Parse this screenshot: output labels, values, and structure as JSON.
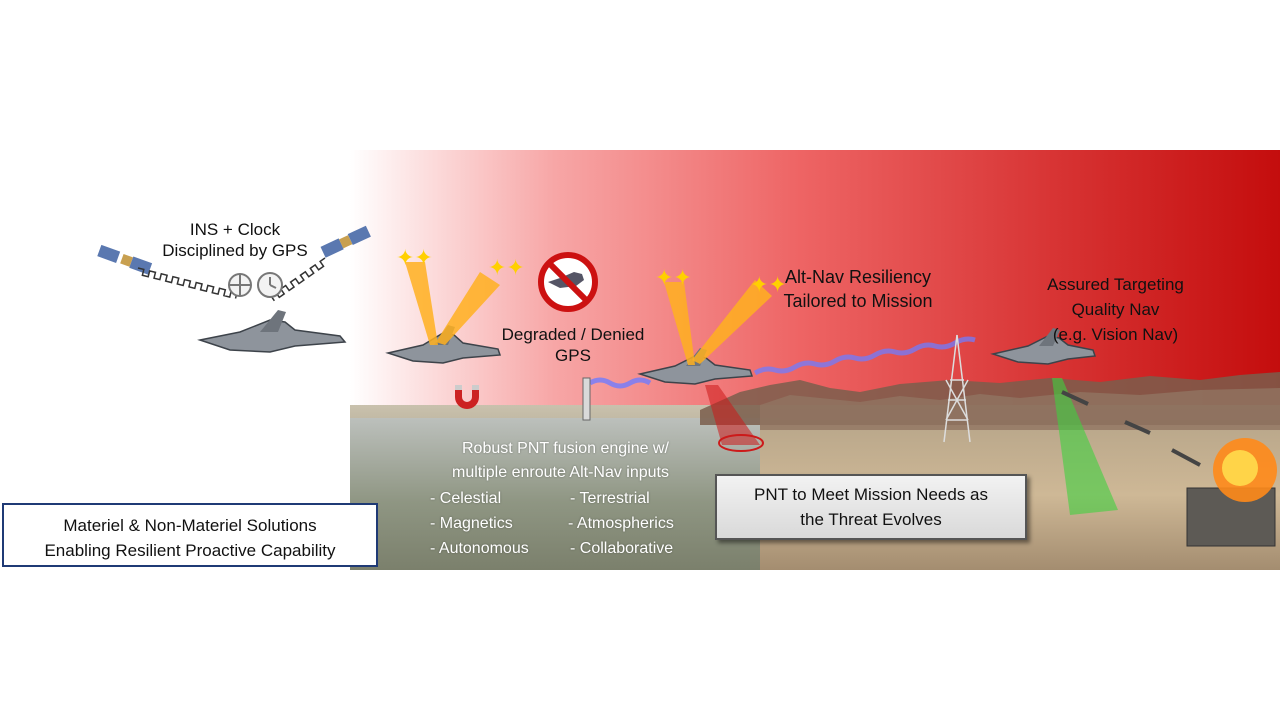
{
  "labels": {
    "ins_line1": "INS + Clock",
    "ins_line2": "Disciplined by GPS",
    "degraded_line1": "Degraded / Denied",
    "degraded_line2": "GPS",
    "altnav_line1": "Alt-Nav Resiliency",
    "altnav_line2": "Tailored to Mission",
    "assured_line1": "Assured Targeting",
    "assured_line2": "Quality Nav",
    "assured_line3": "(e.g. Vision Nav)"
  },
  "fusion": {
    "line1": "Robust PNT  fusion engine w/",
    "line2": "multiple  enroute Alt-Nav inputs",
    "inputs_left": [
      "-   Celestial",
      "-   Magnetics",
      "-   Autonomous"
    ],
    "inputs_right": [
      "- Terrestrial",
      "- Atmospherics",
      "- Collaborative"
    ]
  },
  "threat_box": {
    "line1": "PNT to Meet Mission Needs as",
    "line2": "the Threat Evolves"
  },
  "materiel_box": {
    "line1": "Materiel & Non-Materiel Solutions",
    "line2": "Enabling  Resilient  Proactive Capability"
  },
  "colors": {
    "band_red": "#c40d0d",
    "box_border": "#1f3a75",
    "beam_orange": "#ffb020",
    "beam_green": "#3fd13f",
    "signal_blue": "#6f7cff"
  }
}
